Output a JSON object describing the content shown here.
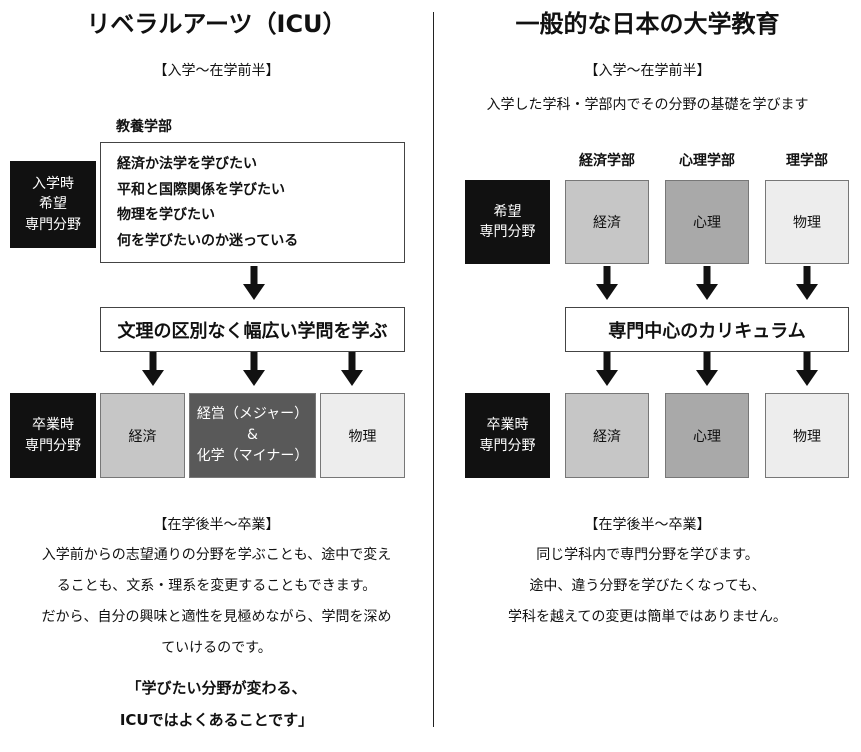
{
  "left": {
    "title": "リベラルアーツ（ICU）",
    "section_start": "【入学～在学前半】",
    "faculty_label": "教養学部",
    "entry_label": [
      "入学時",
      "希望",
      "専門分野"
    ],
    "wishes": [
      "経済か法学を学びたい",
      "平和と国際関係を学びたい",
      "物理を学びたい",
      "何を学びたいのか迷っている"
    ],
    "middle_box": "文理の区別なく幅広い学問を学ぶ",
    "grad_label": [
      "卒業時",
      "専門分野"
    ],
    "grad_fields": {
      "econ": "経済",
      "mixed": [
        "経営（メジャー）",
        "&",
        "化学（マイナー）"
      ],
      "physics": "物理"
    },
    "section_end": "【在学後半～卒業】",
    "body_lines": [
      "入学前からの志望通りの分野を学ぶことも、途中で変え",
      "ることも、文系・理系を変更することもできます。",
      "だから、自分の興味と適性を見極めながら、学問を深め",
      "ていけるのです。"
    ],
    "quote_lines": [
      "「学びたい分野が変わる、",
      "ICUではよくあることです」"
    ]
  },
  "right": {
    "title": "一般的な日本の大学教育",
    "section_start": "【入学～在学前半】",
    "subtitle": "入学した学科・学部内でその分野の基礎を学びます",
    "faculties": [
      "経済学部",
      "心理学部",
      "理学部"
    ],
    "entry_label": [
      "希望",
      "専門分野"
    ],
    "entry_fields": [
      "経済",
      "心理",
      "物理"
    ],
    "middle_box": "専門中心のカリキュラム",
    "grad_label": [
      "卒業時",
      "専門分野"
    ],
    "grad_fields": [
      "経済",
      "心理",
      "物理"
    ],
    "section_end": "【在学後半～卒業】",
    "body_lines": [
      "同じ学科内で専門分野を学びます。",
      "途中、違う分野を学びたくなっても、",
      "学科を越えての変更は簡単ではありません。"
    ]
  },
  "colors": {
    "black_box": "#111111",
    "gray_light": "#ededed",
    "gray_mid": "#c6c6c6",
    "gray_dark": "#a9a9a9",
    "gray_darkest": "#595959"
  }
}
